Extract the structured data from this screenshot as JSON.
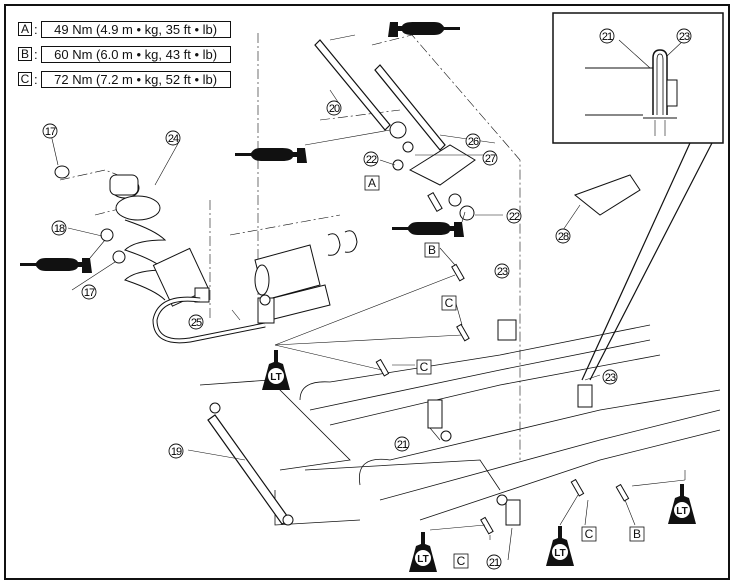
{
  "torque_legend": [
    {
      "key": "A",
      "value": "49 Nm (4.9 m • kg, 35 ft • lb)"
    },
    {
      "key": "B",
      "value": "60 Nm (6.0 m • kg, 43 ft • lb)"
    },
    {
      "key": "C",
      "value": "72 Nm (7.2 m • kg, 52 ft • lb)"
    }
  ],
  "callouts": {
    "c17a": "17",
    "c17b": "17",
    "c18": "18",
    "c19": "19",
    "c20": "20",
    "c21a": "21",
    "c21b": "21",
    "c21inset": "21",
    "c22a": "22",
    "c22b": "22",
    "c23a": "23",
    "c23b": "23",
    "c23inset": "23",
    "c24": "24",
    "c25": "25",
    "c26": "26",
    "c27": "27",
    "c28": "28"
  },
  "torque_labels": {
    "a1": "A",
    "b1": "B",
    "b2": "B",
    "c1": "C",
    "c2": "C",
    "c3": "C",
    "c4": "C"
  },
  "locktite_label": "LT",
  "icons": {
    "grease_gun": "grease-gun-icon",
    "locktite": "locktite-bottle-icon"
  }
}
